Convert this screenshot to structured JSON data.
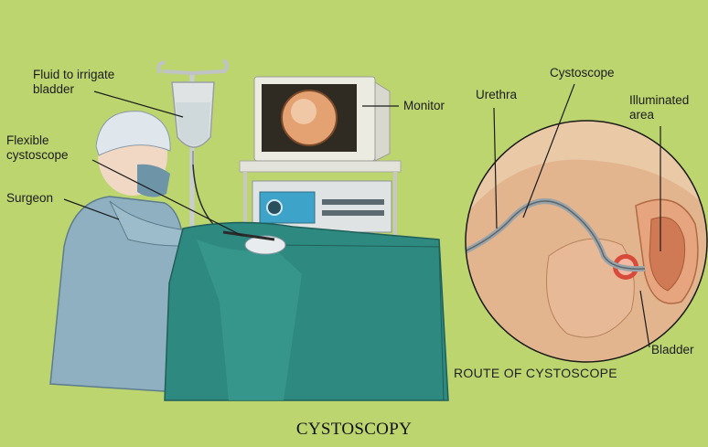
{
  "title": "CYSTOSCOPY",
  "labels": {
    "fluid_line1": "Fluid to irrigate",
    "fluid_line2": "bladder",
    "monitor": "Monitor",
    "flexible_line1": "Flexible",
    "flexible_line2": "cystoscope",
    "surgeon": "Surgeon",
    "urethra": "Urethra",
    "cystoscope": "Cystoscope",
    "illuminated_line1": "Illuminated",
    "illuminated_line2": "area",
    "bladder": "Bladder"
  },
  "inset_title": "ROUTE OF CYSTOSCOPE",
  "colors": {
    "background": "#bcd56f",
    "drape": "#2e8a80",
    "gown": "#8fb0c0",
    "inset_fill": "#e9c9a6",
    "bladder_tissue": "#e6a57e"
  }
}
